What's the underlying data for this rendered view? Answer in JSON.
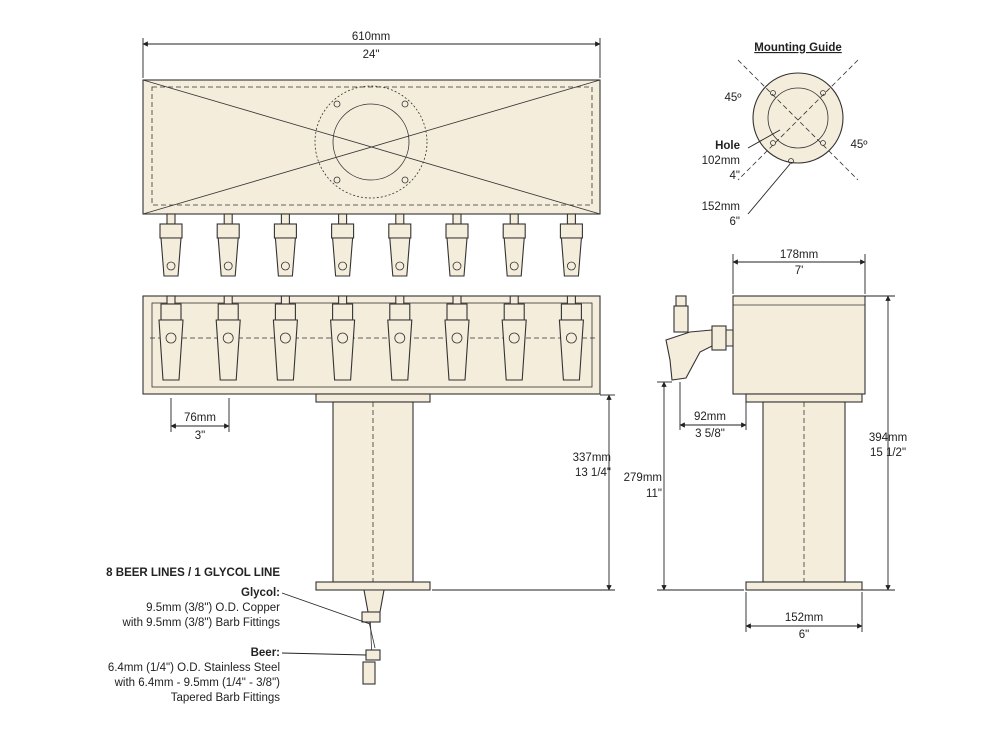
{
  "dimensions": {
    "width_mm": "610mm",
    "width_in": "24\"",
    "tap_spacing_mm": "76mm",
    "tap_spacing_in": "3\"",
    "height_front_mm": "337mm",
    "height_front_in": "13 1/4\"",
    "side_depth_mm": "178mm",
    "side_depth_in": "7'",
    "side_offset_mm": "92mm",
    "side_offset_in": "3 5/8\"",
    "side_column_height_mm": "279mm",
    "side_column_height_in": "11\"",
    "side_total_height_mm": "394mm",
    "side_total_height_in": "15 1/2\"",
    "base_mm": "152mm",
    "base_in": "6\""
  },
  "mounting_guide": {
    "title": "Mounting Guide",
    "angle_top": "45º",
    "angle_right": "45º",
    "hole_label": "Hole",
    "hole_mm": "102mm",
    "hole_in": "4\"",
    "flange_mm": "152mm",
    "flange_in": "6\""
  },
  "lines": {
    "header": "8 BEER LINES / 1 GLYCOL LINE",
    "glycol_label": "Glycol:",
    "glycol_line1": "9.5mm (3/8\") O.D. Copper",
    "glycol_line2": "with 9.5mm (3/8\") Barb Fittings",
    "beer_label": "Beer:",
    "beer_line1": "6.4mm (1/4\") O.D. Stainless Steel",
    "beer_line2": "with 6.4mm - 9.5mm (1/4\" - 3/8\")",
    "beer_line3": "Tapered Barb Fittings"
  },
  "tap_count": 8,
  "colors": {
    "body_fill": "#f4eddc",
    "line": "#333333"
  }
}
